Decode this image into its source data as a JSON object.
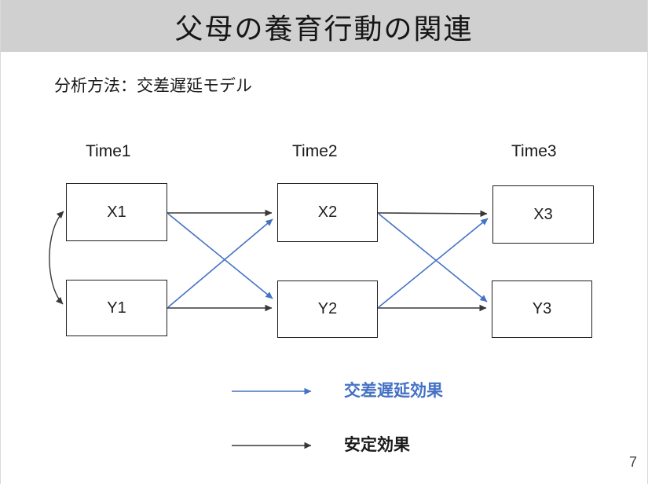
{
  "slide": {
    "title": "父母の養育行動の関連",
    "subtitle": "分析方法：交差遅延モデル",
    "page_number": "7"
  },
  "diagram": {
    "time_labels": [
      "Time1",
      "Time2",
      "Time3"
    ],
    "boxes": {
      "x1": "X1",
      "y1": "Y1",
      "x2": "X2",
      "y2": "Y2",
      "x3": "X3",
      "y3": "Y3"
    },
    "legend": [
      {
        "label": "交差遅延効果",
        "color": "#4472c4",
        "icon": "blue-arrow-icon"
      },
      {
        "label": "安定効果",
        "color": "#404040",
        "icon": "black-arrow-icon"
      }
    ]
  },
  "colors": {
    "accent_blue": "#4472c4",
    "arrow_dark": "#383838",
    "header_gray": "#d1d0d1"
  }
}
